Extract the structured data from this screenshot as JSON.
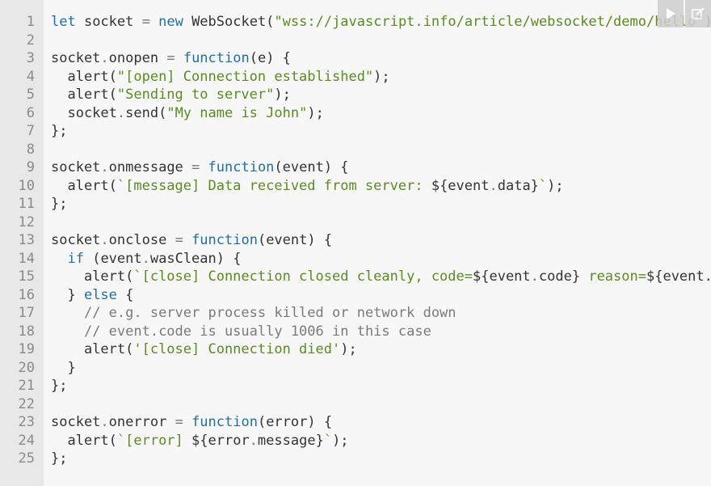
{
  "toolbar": {
    "run_icon": "play-icon",
    "edit_icon": "edit-icon"
  },
  "code_lines": [
    {
      "n": "1",
      "html": "<span class=\"kw\">let</span> socket <span class=\"op\">=</span> <span class=\"kw\">new</span> WebSocket(<span class=\"str\">\"wss://javascript.info/article/websocket/demo/hello\"</span>);"
    },
    {
      "n": "2",
      "html": ""
    },
    {
      "n": "3",
      "html": "socket<span class=\"op\">.</span>onopen <span class=\"op\">=</span> <span class=\"kw\">function</span>(e) {"
    },
    {
      "n": "4",
      "html": "  alert(<span class=\"str\">\"[open] Connection established\"</span>);"
    },
    {
      "n": "5",
      "html": "  alert(<span class=\"str\">\"Sending to server\"</span>);"
    },
    {
      "n": "6",
      "html": "  socket<span class=\"op\">.</span>send(<span class=\"str\">\"My name is John\"</span>);"
    },
    {
      "n": "7",
      "html": "};"
    },
    {
      "n": "8",
      "html": ""
    },
    {
      "n": "9",
      "html": "socket<span class=\"op\">.</span>onmessage <span class=\"op\">=</span> <span class=\"kw\">function</span>(event) {"
    },
    {
      "n": "10",
      "html": "  alert(<span class=\"str\">`[message] Data received from server: </span>${event<span class=\"op\">.</span>data}<span class=\"str\">`</span>);"
    },
    {
      "n": "11",
      "html": "};"
    },
    {
      "n": "12",
      "html": ""
    },
    {
      "n": "13",
      "html": "socket<span class=\"op\">.</span>onclose <span class=\"op\">=</span> <span class=\"kw\">function</span>(event) {"
    },
    {
      "n": "14",
      "html": "  <span class=\"kw\">if</span> (event<span class=\"op\">.</span>wasClean) {"
    },
    {
      "n": "15",
      "html": "    alert(<span class=\"str\">`[close] Connection closed cleanly, code=</span>${event<span class=\"op\">.</span>code}<span class=\"str\"> reason=</span>${event."
    },
    {
      "n": "16",
      "html": "  } <span class=\"kw\">else</span> {"
    },
    {
      "n": "17",
      "html": "    <span class=\"cmt\">// e.g. server process killed or network down</span>"
    },
    {
      "n": "18",
      "html": "    <span class=\"cmt\">// event.code is usually 1006 in this case</span>"
    },
    {
      "n": "19",
      "html": "    alert(<span class=\"str\">'[close] Connection died'</span>);"
    },
    {
      "n": "20",
      "html": "  }"
    },
    {
      "n": "21",
      "html": "};"
    },
    {
      "n": "22",
      "html": ""
    },
    {
      "n": "23",
      "html": "socket<span class=\"op\">.</span>onerror <span class=\"op\">=</span> <span class=\"kw\">function</span>(error) {"
    },
    {
      "n": "24",
      "html": "  alert(<span class=\"str\">`[error] </span>${error<span class=\"op\">.</span>message}<span class=\"str\">`</span>);"
    },
    {
      "n": "25",
      "html": "};"
    }
  ]
}
